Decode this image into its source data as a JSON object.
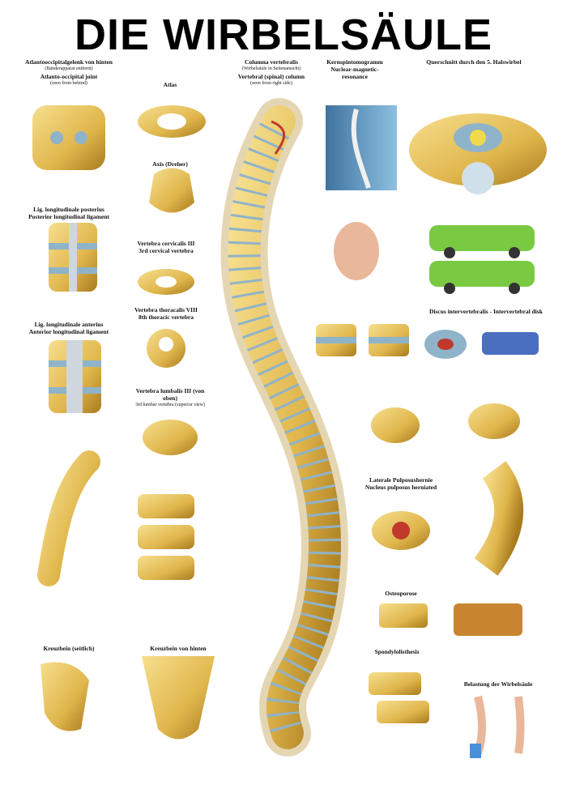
{
  "poster": {
    "title": "DIE WIRBELSÄULE"
  },
  "captions": {
    "atlanto_de": "Atlantooccipitalgelenk von hinten",
    "atlanto_de_sub": "(Bänderapparat entfernt)",
    "atlanto_en": "Atlanto-occipital joint",
    "atlanto_en_sub": "(seen from behind)",
    "atlas": "Atlas",
    "axis": "Axis (Dreher)",
    "column_de": "Columna vertebralis",
    "column_de_sub": "(Wirbelsäule in Seitenansicht)",
    "column_en": "Vertebral (spinal) column",
    "column_en_sub": "(seen from right side)",
    "mri_de": "Kernspintomogramm",
    "mri_en": "Nuclear-magnetic-resonance",
    "cross_section": "Querschnitt durch den 5. Halswirbel",
    "lig_post_de": "Lig. longitudinale posterius",
    "lig_post_en": "Posterior longitudinal ligament",
    "c3_de": "Vertebra cervicalis III",
    "c3_en": "3rd cervical vertebra",
    "t8_de": "Vertebra thoracalis VIII",
    "t8_en": "8th thoracic vertebra",
    "lig_ant_de": "Lig. longitudinale anterius",
    "lig_ant_en": "Anterior longitudinal ligament",
    "l3_de": "Vertebra lumbalis III (von oben)",
    "l3_en": "3rd lumbar vertebra (superior view)",
    "disc_de": "Discus intervertebralis - Intervertebral disk",
    "lateral_de": "Laterale Pulposushernie",
    "lateral_en": "Nucleus pulposus herniated",
    "osteoporose": "Osteoporose",
    "sacrum_side": "Kreuzbein (seitlich)",
    "sacrum": "Kreuzbein von hinten",
    "spondylolisthesis": "Spondylolisthesis",
    "load": "Belastung der Wirbelsäule"
  },
  "colors": {
    "bone": "#e6c25a",
    "bone_dark": "#b58a25",
    "disc": "#8fb3c9",
    "nerve": "#f0d94b",
    "artery": "#c0392b",
    "car": "#7ac943",
    "mri": "#5d8fb8"
  }
}
